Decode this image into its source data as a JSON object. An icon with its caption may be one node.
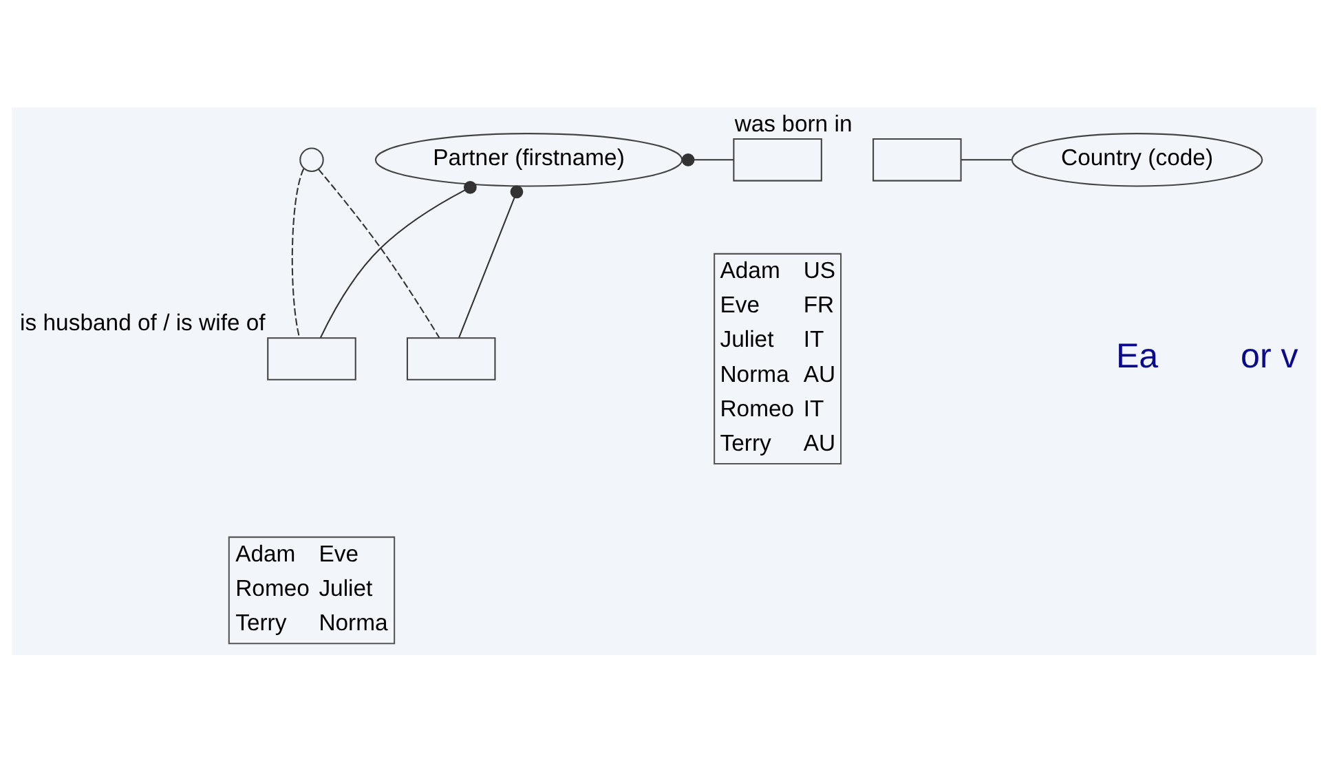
{
  "diagram": {
    "nodes": [
      {
        "text": [
          "Partner (firstname)"
        ]
      },
      {
        "text": [],
        "shape": "box",
        "beside": [
          "was born in"
        ]
      },
      {
        "text": [],
        "shape": "box"
      },
      {
        "text": [
          "Country (code)"
        ]
      },
      {
        "text": [],
        "shape": "circle"
      },
      {
        "text": [],
        "shape": "box",
        "beside": [
          "is husband of / is wife of"
        ]
      },
      {
        "text": [],
        "shape": "box"
      }
    ],
    "edges": [
      {
        "from": 0,
        "to": 1,
        "arrow": "other"
      },
      {
        "from": 2,
        "to": 3,
        "arrow": "none"
      },
      {
        "from": 0,
        "to": 5,
        "arrow": "other"
      },
      {
        "from": 0,
        "to": 6,
        "arrow": "other"
      },
      {
        "from": 4,
        "to": 5,
        "arrow": "none",
        "style": "dashed"
      },
      {
        "from": 4,
        "to": 6,
        "arrow": "none",
        "style": "dashed"
      }
    ],
    "labels": [
      "Adam",
      "US",
      "Eve",
      "FR",
      "Juliet",
      "IT",
      "Norma",
      "AU",
      "Romeo",
      "IT",
      "Terry",
      "AU",
      "Ea",
      "or v",
      "Adam",
      "Eve",
      "Romeo",
      "Juliet",
      "Terry",
      "Norma"
    ]
  }
}
